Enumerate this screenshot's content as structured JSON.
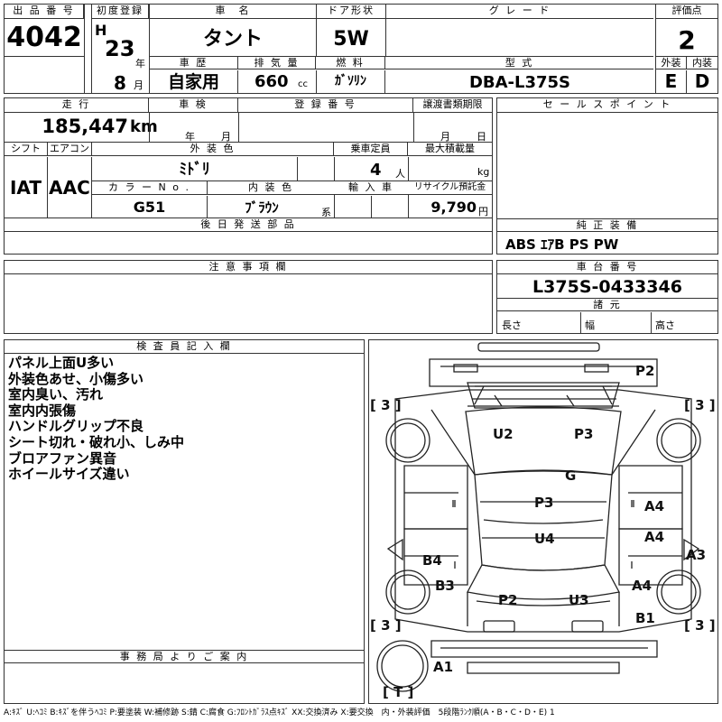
{
  "labels": {
    "lot": "出 品 番 号",
    "first_reg": "初度登録",
    "car_name": "車　名",
    "door": "ドア形状",
    "grade": "グ レ ー ド",
    "score": "評価点",
    "history": "車 歴",
    "displacement": "排 気 量",
    "fuel": "燃 料",
    "model": "型 式",
    "exterior": "外装",
    "interior": "内装",
    "mileage": "走 行",
    "inspection": "車 検",
    "reg_no": "登 録 番 号",
    "transfer": "譲渡書類期限",
    "sales_points": "セ ー ル ス ポ イ ン ト",
    "shift": "シフト",
    "aircon": "エアコン",
    "ext_color": "外 装 色",
    "capacity": "乗車定員",
    "max_load": "最大積載量",
    "color_no": "カ ラ ー N o .",
    "int_color": "内 装 色",
    "import": "輸 入 車",
    "recycle": "リサイクル預託金",
    "later_parts": "後 日 発 送 部 品",
    "genuine_equipment": "純 正 装 備",
    "cautions": "注 意 事 項 欄",
    "chassis_no": "車 台 番 号",
    "dimensions": "諸 元",
    "inspector": "検 査 員 記 入 欄",
    "office": "事 務 局 よ り ご 案 内"
  },
  "units": {
    "year": "年",
    "month": "月",
    "cc": "cc",
    "day": "日",
    "km": "km",
    "persons": "人",
    "kg": "kg",
    "yen": "円",
    "kei": "系"
  },
  "vehicle": {
    "lot_number": "4042",
    "era": "H",
    "year": "23",
    "month": "8",
    "car_name": "タント",
    "door": "5W",
    "grade": "",
    "score": "2",
    "history": "自家用",
    "displacement": "660",
    "fuel": "ｶﾞｿﾘﾝ",
    "model": "DBA-L375S",
    "exterior_score": "E",
    "interior_score": "D",
    "mileage": "185,447",
    "shift": "IAT",
    "aircon": "AAC",
    "ext_color": "ﾐﾄﾞﾘ",
    "capacity": "4",
    "color_no": "G51",
    "int_color": "ﾌﾞﾗｳﾝ",
    "recycle": "9,790",
    "equipment": "ABS ｴｱB PS PW",
    "chassis_no": "L375S-0433346",
    "length_label": "長さ",
    "width_label": "幅",
    "height_label": "高さ"
  },
  "inspector_notes": [
    "パネル上面U多い",
    "外装色あせ、小傷多い",
    "室内臭い、汚れ",
    "室内内張傷",
    "ハンドルグリップ不良",
    "シート切れ・破れ小、しみ中",
    "ブロアファン異音",
    "ホイールサイズ違い"
  ],
  "diagram": {
    "tires": [
      "[ 3 ]",
      "[ 3 ]",
      "[ 3 ]",
      "[ 3 ]",
      "[ T ]"
    ],
    "marks": [
      "P2",
      "U2",
      "P3",
      "G",
      "P3",
      "U4",
      "A4",
      "A4",
      "A3",
      "B4",
      "B3",
      "A4",
      "P2",
      "U3",
      "B1",
      "A1"
    ]
  },
  "legend": "A:ｷｽﾞ U:ﾍｺﾐ B:ｷｽﾞを伴うﾍｺﾐ P:要塗装 W:補修跡 S:錆 C:腐食 G:ﾌﾛﾝﾄｶﾞﾗｽ点ｷｽﾞ XX:交換済み X:要交換　内・外装評価　5段階ﾗﾝｸ順(A・B・C・D・E) 1"
}
